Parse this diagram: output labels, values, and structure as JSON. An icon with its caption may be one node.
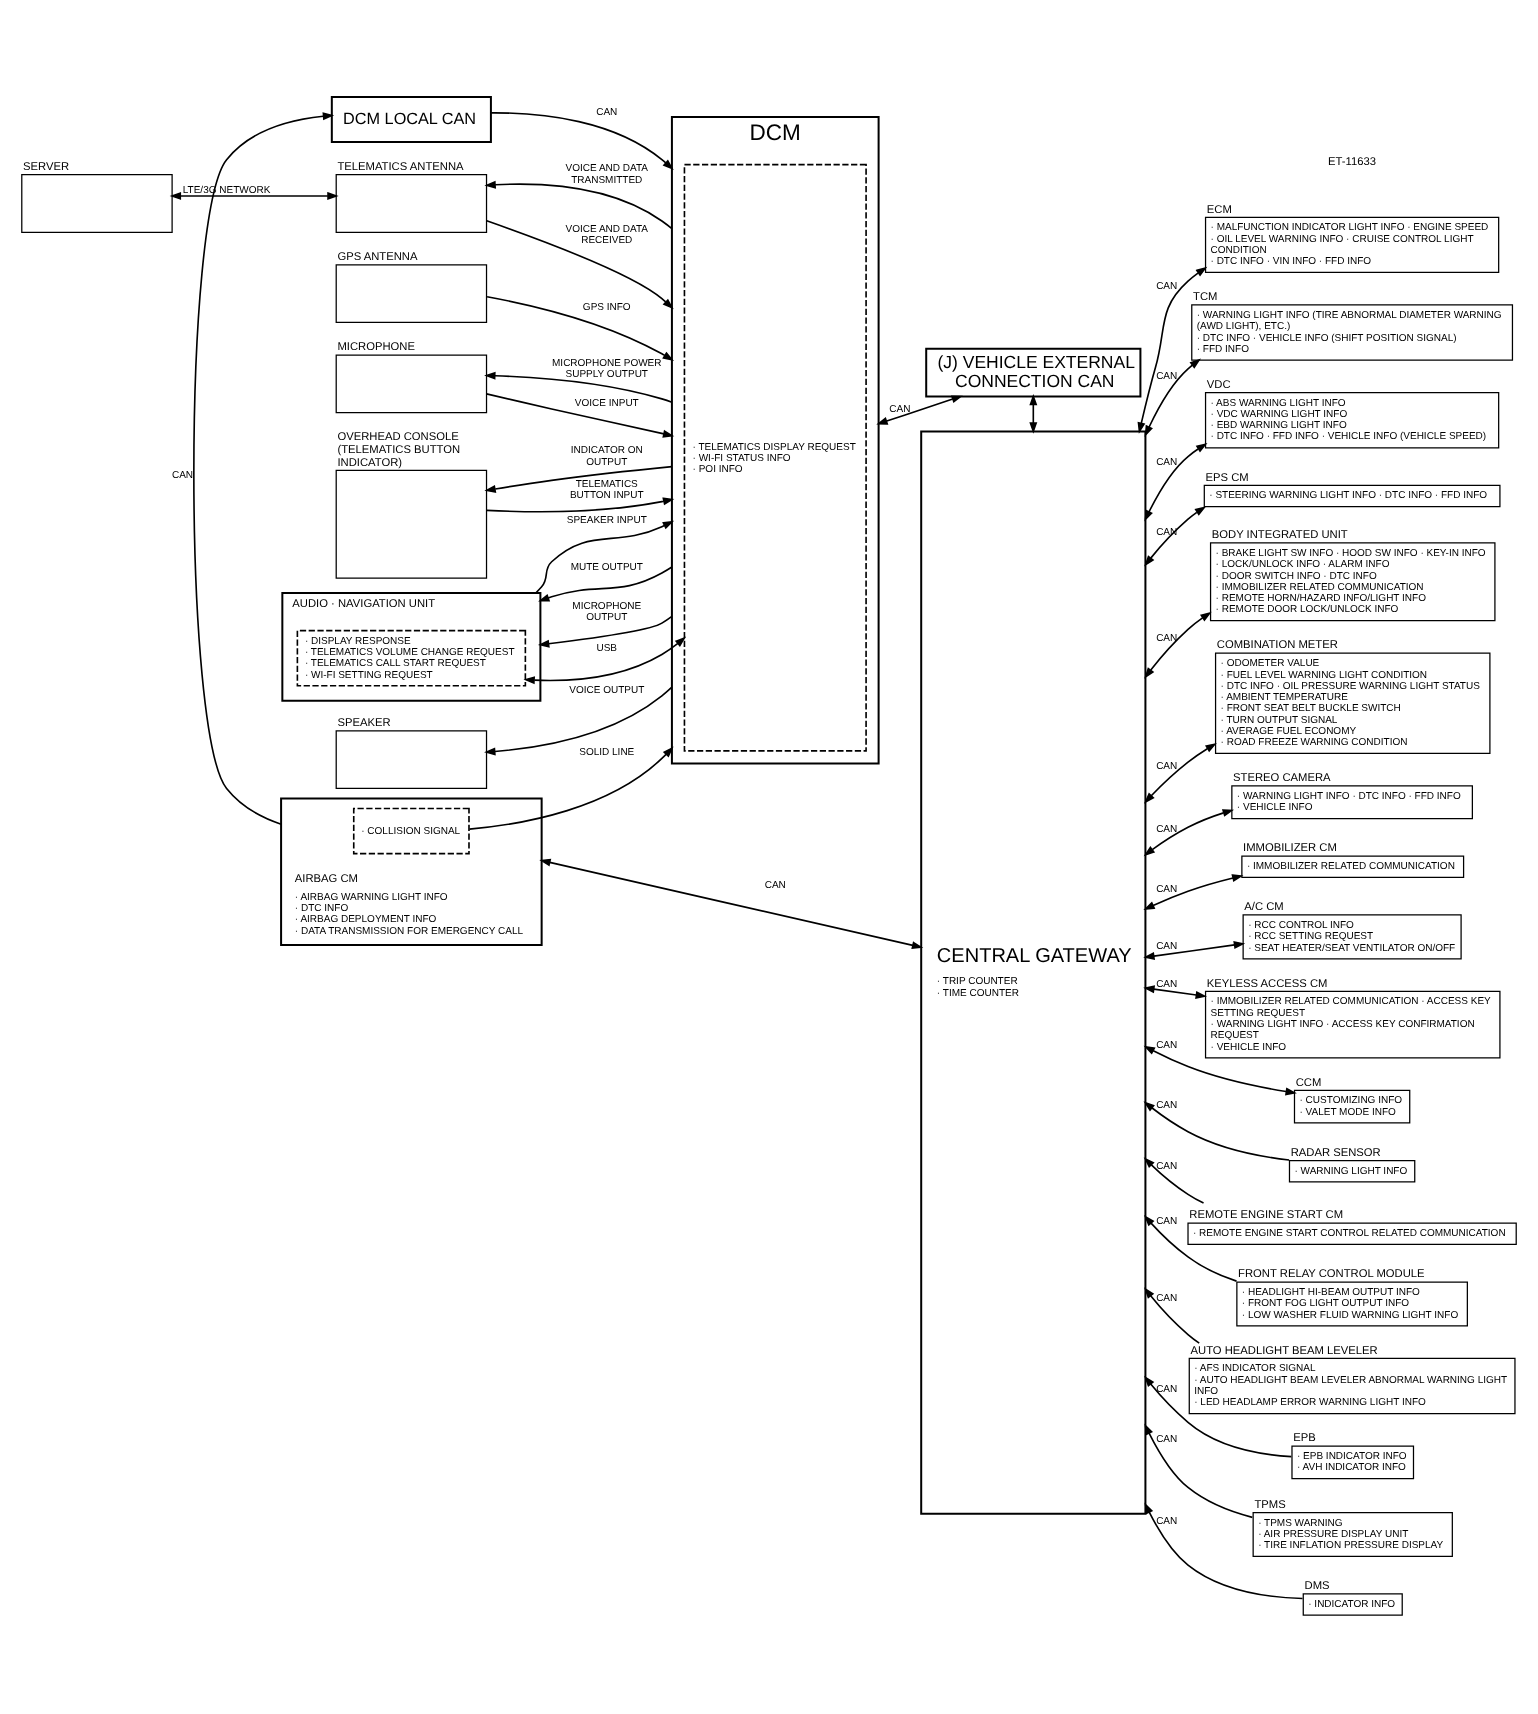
{
  "diagram": {
    "nodes": [
      {
        "text": [
          "SERVER"
        ]
      },
      {
        "text": [
          "TELEMATICS ANTENNA"
        ]
      },
      {
        "text": [
          "GPS ANTENNA"
        ]
      },
      {
        "text": [
          "SPEAKER"
        ]
      },
      {
        "text": [
          "MICROPHONE"
        ]
      },
      {
        "text": [
          "OVERHEAD CONSOLE (TELEMATICS BUTTON INDICATOR)"
        ]
      },
      {
        "text": [
          "AUDIO · NAVIGATION UNIT"
        ]
      },
      {
        "text": [
          "· DISPLAY RESPONSE",
          "· TELEMATICS VOLUME CHANGE REQUEST",
          "· TELEMATICS CALL START REQUEST",
          "· WI-FI SETTING REQUEST"
        ],
        "in": 6
      },
      {
        "text": [
          "DCM"
        ]
      },
      {
        "text": [
          "· TELEMATICS DISPLAY REQUEST",
          "· WI-FI STATUS INFO",
          "· POI INFO"
        ],
        "in": 8
      },
      {
        "text": [
          "AIRBAG CM",
          "· AIRBAG WARNING LIGHT INFO",
          "· DTC INFO",
          "· AIRBAG DEPLOYMENT INFO",
          "· DATA TRANSMISSION FOR EMERGENCY CALL"
        ]
      },
      {
        "text": [
          "· COLLISION SIGNAL"
        ],
        "in": 10
      },
      {
        "text": [
          "DCM LOCAL CAN"
        ]
      },
      {
        "text": [
          "(J) VEHICLE EXTERNAL CONNECTION CAN"
        ]
      },
      {
        "text": [
          "CENTRAL GATEWAY",
          "· TRIP COUNTER",
          "· TIME COUNTER"
        ]
      },
      {
        "text": [
          "ECM",
          "· MALFUNCTION INDICATOR LIGHT INFO · ENGINE SPEED",
          "· OIL LEVEL WARNING INFO · CRUISE CONTROL LIGHT CONDITION",
          "· DTC INFO · VIN INFO · FFD INFO"
        ]
      },
      {
        "text": [
          "TCM",
          "· WARNING LIGHT INFO (TIRE ABNORMAL DIAMETER WARNING (AWD LIGHT), ETC.)",
          "· DTC INFO · VEHICLE INFO (SHIFT POSITION SIGNAL)",
          "· FFD INFO"
        ]
      },
      {
        "text": [
          "VDC",
          "· ABS WARNING LIGHT INFO",
          "· VDC WARNING LIGHT INFO",
          "· EBD WARNING LIGHT INFO",
          "· DTC INFO · FFD INFO · VEHICLE INFO (VEHICLE SPEED)"
        ]
      },
      {
        "text": [
          "EPS CM",
          "· STEERING WARNING LIGHT INFO · DTC INFO · FFD INFO"
        ]
      },
      {
        "text": [
          "BODY INTEGRATED UNIT",
          "· BRAKE LIGHT SW INFO · HOOD SW INFO · KEY-IN INFO",
          "· LOCK/UNLOCK INFO · ALARM INFO",
          "· DOOR SWITCH INFO · DTC INFO",
          "· IMMOBILIZER RELATED COMMUNICATION",
          "· REMOTE HORN/HAZARD INFO/LIGHT INFO",
          "· REMOTE DOOR LOCK/UNLOCK INFO"
        ]
      },
      {
        "text": [
          "COMBINATION METER",
          "· ODOMETER VALUE",
          "· FUEL LEVEL WARNING LIGHT CONDITION",
          "· DTC INFO · OIL PRESSURE WARNING LIGHT STATUS",
          "· AMBIENT TEMPERATURE",
          "· FRONT SEAT BELT BUCKLE SWITCH",
          "· TURN OUTPUT SIGNAL",
          "· AVERAGE FUEL ECONOMY",
          "· ROAD FREEZE WARNING CONDITION"
        ]
      },
      {
        "text": [
          "STEREO CAMERA",
          "· WARNING LIGHT INFO · DTC INFO · FFD INFO",
          "· VEHICLE INFO"
        ]
      },
      {
        "text": [
          "IMMOBILIZER CM",
          "· IMMOBILIZER RELATED COMMUNICATION"
        ]
      },
      {
        "text": [
          "RADAR SENSOR",
          "· WARNING LIGHT INFO"
        ]
      },
      {
        "text": [
          "REMOTE ENGINE START CM",
          "· REMOTE ENGINE START CONTROL RELATED COMMUNICATION"
        ]
      },
      {
        "text": [
          "A/C CM",
          "· RCC CONTROL INFO",
          "· RCC SETTING REQUEST",
          "· SEAT HEATER/SEAT VENTILATOR ON/OFF"
        ]
      },
      {
        "text": [
          "FRONT RELAY CONTROL MODULE",
          "· HEADLIGHT HI-BEAM OUTPUT INFO",
          "· FRONT FOG LIGHT OUTPUT INFO",
          "· LOW WASHER FLUID WARNING LIGHT INFO"
        ]
      },
      {
        "text": [
          "AUTO HEADLIGHT BEAM LEVELER",
          "· AFS INDICATOR SIGNAL",
          "· AUTO HEADLIGHT BEAM LEVELER ABNORMAL WARNING LIGHT INFO",
          "· LED HEADLAMP ERROR WARNING LIGHT INFO"
        ]
      },
      {
        "text": [
          "KEYLESS ACCESS CM",
          "· IMMOBILIZER RELATED COMMUNICATION · ACCESS KEY SETTING REQUEST",
          "· WARNING LIGHT INFO · ACCESS KEY CONFIRMATION REQUEST",
          "· VEHICLE INFO"
        ]
      },
      {
        "text": [
          "EPB",
          "· EPB INDICATOR INFO",
          "· AVH INDICATOR INFO"
        ]
      },
      {
        "text": [
          "TPMS",
          "· TPMS WARNING",
          "· AIR PRESSURE DISPLAY UNIT",
          "· TIRE INFLATION PRESSURE DISPLAY"
        ]
      },
      {
        "text": [
          "DMS",
          "· INDICATOR INFO"
        ]
      },
      {
        "text": [
          "CCM",
          "· CUSTOMIZING INFO",
          "· VALET MODE INFO"
        ]
      }
    ],
    "edges": [
      {
        "from": 0,
        "to": 1,
        "arrow": "both",
        "label": "LTE/3G NETWORK"
      },
      {
        "from": 1,
        "to": 8,
        "arrow": "to",
        "label": "VOICE AND DATA RECEIVED"
      },
      {
        "from": 8,
        "to": 1,
        "arrow": "to",
        "label": "VOICE AND DATA TRANSMITTED"
      },
      {
        "from": 2,
        "to": 8,
        "arrow": "to",
        "label": "GPS INFO"
      },
      {
        "from": 8,
        "to": 3,
        "arrow": "to",
        "label": "VOICE OUTPUT"
      },
      {
        "from": 4,
        "to": 8,
        "arrow": "to",
        "label": "VOICE INPUT"
      },
      {
        "from": 8,
        "to": 4,
        "arrow": "to",
        "label": "MICROPHONE POWER SUPPLY OUTPUT"
      },
      {
        "from": 5,
        "to": 8,
        "arrow": "to",
        "label": "TELEMATICS BUTTON INPUT"
      },
      {
        "from": 8,
        "to": 5,
        "arrow": "to",
        "label": "INDICATOR ON OUTPUT"
      },
      {
        "from": 7,
        "to": 9,
        "arrow": "both",
        "label": "USB"
      },
      {
        "from": 6,
        "to": 8,
        "arrow": "to",
        "label": "SPEAKER INPUT"
      },
      {
        "from": 8,
        "to": 6,
        "arrow": "to",
        "label": "MUTE OUTPUT"
      },
      {
        "from": 8,
        "to": 6,
        "arrow": "to",
        "label": "MICROPHONE OUTPUT"
      },
      {
        "from": 11,
        "to": 8,
        "arrow": "to",
        "label": "SOLID LINE"
      },
      {
        "from": 10,
        "to": 12,
        "arrow": "to",
        "label": "CAN"
      },
      {
        "from": 12,
        "to": 8,
        "arrow": "to",
        "label": "CAN"
      },
      {
        "from": 10,
        "to": 14,
        "arrow": "both",
        "label": "CAN"
      },
      {
        "from": 8,
        "to": 13,
        "arrow": "both",
        "label": "CAN"
      },
      {
        "from": 13,
        "to": 14,
        "arrow": "both"
      },
      {
        "from": 14,
        "to": 15,
        "arrow": "both",
        "label": "CAN"
      },
      {
        "from": 14,
        "to": 16,
        "arrow": "both",
        "label": "CAN"
      },
      {
        "from": 14,
        "to": 17,
        "arrow": "both",
        "label": "CAN"
      },
      {
        "from": 14,
        "to": 18,
        "arrow": "both",
        "label": "CAN"
      },
      {
        "from": 14,
        "to": 19,
        "arrow": "both",
        "label": "CAN"
      },
      {
        "from": 14,
        "to": 20,
        "arrow": "both",
        "label": "CAN"
      },
      {
        "from": 14,
        "to": 21,
        "arrow": "both",
        "label": "CAN"
      },
      {
        "from": 14,
        "to": 22,
        "arrow": "both",
        "label": "CAN"
      },
      {
        "from": 23,
        "to": 14,
        "arrow": "to",
        "label": "CAN"
      },
      {
        "from": 24,
        "to": 14,
        "arrow": "to",
        "label": "CAN"
      },
      {
        "from": 14,
        "to": 25,
        "arrow": "both",
        "label": "CAN"
      },
      {
        "from": 26,
        "to": 14,
        "arrow": "to",
        "label": "CAN"
      },
      {
        "from": 27,
        "to": 14,
        "arrow": "to",
        "label": "CAN"
      },
      {
        "from": 14,
        "to": 28,
        "arrow": "both",
        "label": "CAN"
      },
      {
        "from": 29,
        "to": 14,
        "arrow": "to",
        "label": "CAN"
      },
      {
        "from": 30,
        "to": 14,
        "arrow": "to",
        "label": "CAN"
      },
      {
        "from": 31,
        "to": 14,
        "arrow": "to",
        "label": "CAN"
      },
      {
        "from": 14,
        "to": 32,
        "arrow": "both",
        "label": "CAN"
      }
    ],
    "labels": [
      "ET-11633"
    ]
  }
}
